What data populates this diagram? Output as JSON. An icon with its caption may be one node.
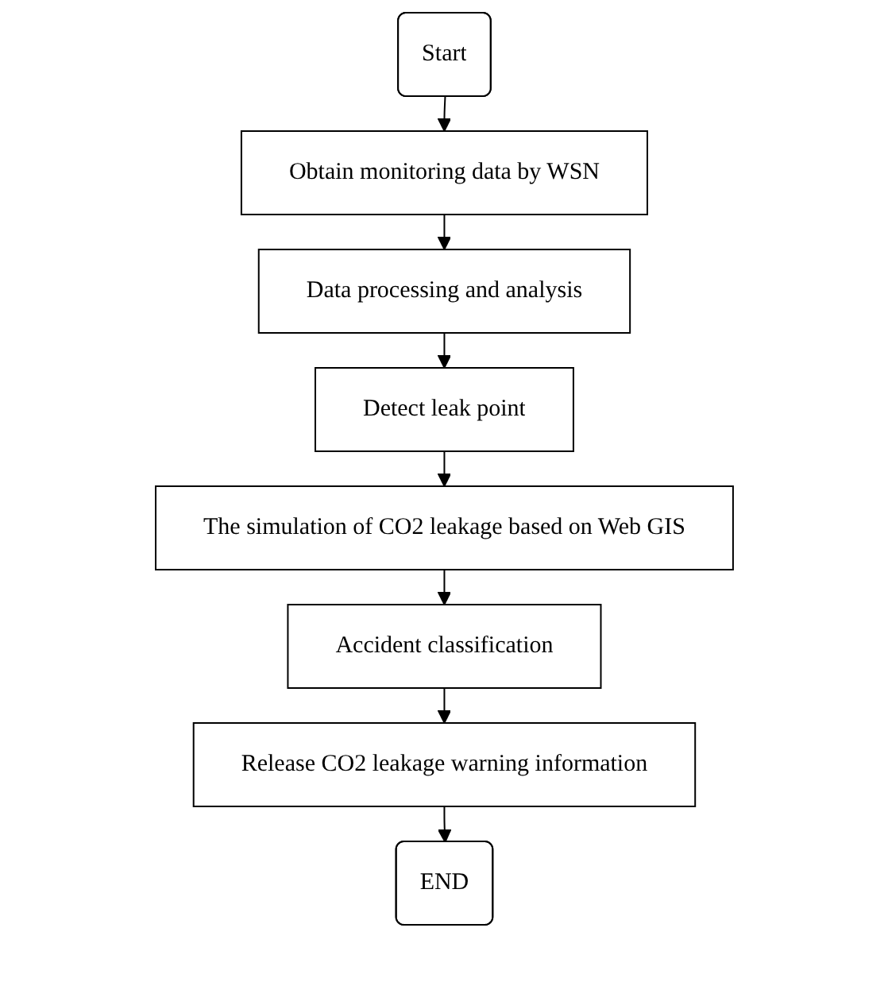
{
  "diagram": {
    "nodes": [
      {
        "text": [
          "Start"
        ]
      },
      {
        "text": [
          "Obtain monitoring data by WSN"
        ]
      },
      {
        "text": [
          "Data processing and analysis"
        ]
      },
      {
        "text": [
          "Detect leak point"
        ]
      },
      {
        "text": [
          "The simulation of CO2 leakage based on Web GIS"
        ]
      },
      {
        "text": [
          "Accident classification"
        ]
      },
      {
        "text": [
          "Release CO2 leakage warning information"
        ]
      },
      {
        "text": [
          "END"
        ]
      }
    ],
    "edges": [
      {
        "from": 0,
        "to": 1,
        "arrow": "to"
      },
      {
        "from": 1,
        "to": 2,
        "arrow": "to"
      },
      {
        "from": 2,
        "to": 3,
        "arrow": "to"
      },
      {
        "from": 3,
        "to": 4,
        "arrow": "to"
      },
      {
        "from": 4,
        "to": 5,
        "arrow": "to"
      },
      {
        "from": 5,
        "to": 6,
        "arrow": "to"
      },
      {
        "from": 6,
        "to": 7,
        "arrow": "to"
      }
    ]
  }
}
